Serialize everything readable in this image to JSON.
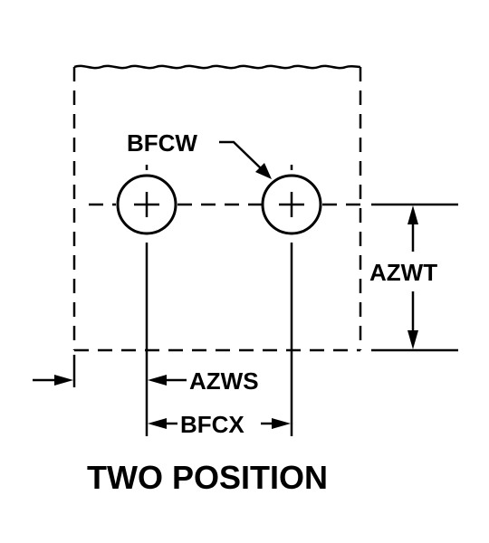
{
  "diagram": {
    "labels": {
      "hole_callout": "BFCW",
      "height_dim": "AZWT",
      "offset_dim": "AZWS",
      "spacing_dim": "BFCX"
    },
    "title": "TWO POSITION",
    "colors": {
      "line": "#000000",
      "background": "#ffffff"
    }
  }
}
